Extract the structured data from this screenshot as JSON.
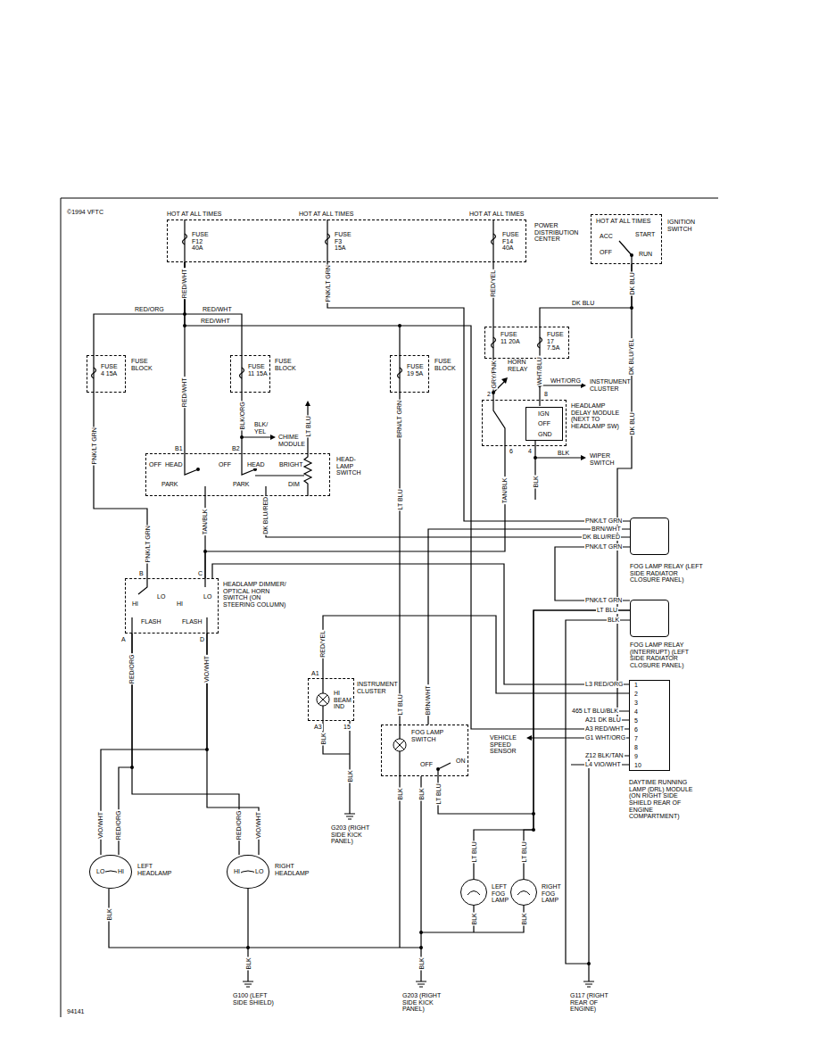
{
  "diagram": {
    "nodes": [
      {
        "text": [
          "HOT AT ALL TIMES",
          "FUSE F12 40A",
          "HOT AT ALL TIMES",
          "FUSE F3 15A",
          "HOT AT ALL TIMES",
          "FUSE F14 40A",
          "POWER DISTRIBUTION CENTER"
        ]
      },
      {
        "text": [
          "HOT AT ALL TIMES",
          "IGNITION SWITCH",
          "ACC",
          "START",
          "OFF",
          "RUN"
        ]
      },
      {
        "text": [
          "FUSE 4 15A",
          "FUSE BLOCK"
        ]
      },
      {
        "text": [
          "FUSE 11 15A",
          "FUSE BLOCK"
        ]
      },
      {
        "text": [
          "FUSE 19 5A",
          "FUSE BLOCK"
        ]
      },
      {
        "text": [
          "FUSE 11 20A",
          "FUSE 17 7.5A"
        ]
      },
      {
        "text": [
          "HEADLAMP DELAY MODULE (NEXT TO HEADLAMP SW)"
        ]
      },
      {
        "text": [
          "IGN",
          "OFF",
          "GND"
        ],
        "in": 6
      },
      {
        "text": [
          "B1",
          "B2",
          "OFF",
          "HEAD",
          "PARK",
          "OFF",
          "HEAD",
          "PARK",
          "BRIGHT",
          "DIM",
          "HEAD- LAMP SWITCH"
        ]
      },
      {
        "text": [
          "FOG LAMP RELAY (LEFT SIDE RADIATOR CLOSURE PANEL)"
        ]
      },
      {
        "text": [
          "B",
          "C",
          "HI",
          "LO",
          "FLASH",
          "HI",
          "LO",
          "FLASH",
          "A",
          "D",
          "HEADLAMP DIMMER/ OPTICAL HORN SWITCH (ON STEERING COLUMN)"
        ]
      },
      {
        "text": [
          "FOG LAMP RELAY (INTERRUPT) (LEFT SIDE RADIATOR CLOSURE PANEL)"
        ]
      },
      {
        "text": [
          "1",
          "2",
          "3",
          "4",
          "5",
          "6",
          "7",
          "8",
          "9",
          "10",
          "DAYTIME RUNNING LAMP (DRL) MODULE (ON RIGHT SIDE SHIELD REAR OF ENGINE COMPARTMENT)"
        ]
      },
      {
        "text": [
          "A1",
          "HI BEAM IND",
          "A3",
          "15",
          "INSTRUMENT CLUSTER"
        ]
      },
      {
        "text": [
          "FOG LAMP SWITCH",
          "OFF",
          "ON"
        ]
      },
      {
        "text": [
          "LO",
          "HI",
          "LEFT HEADLAMP"
        ]
      },
      {
        "text": [
          "HI",
          "LO",
          "RIGHT HEADLAMP"
        ]
      },
      {
        "text": [
          "LEFT FOG LAMP"
        ]
      },
      {
        "text": [
          "RIGHT FOG LAMP"
        ]
      }
    ],
    "edges": [
      {
        "from": 0,
        "to": 2,
        "arrow": "none"
      },
      {
        "from": 0,
        "to": 3,
        "arrow": "none"
      },
      {
        "from": 0,
        "to": 8,
        "arrow": "none"
      },
      {
        "from": 0,
        "to": 12,
        "arrow": "none"
      },
      {
        "from": 0,
        "to": 9,
        "arrow": "none"
      },
      {
        "from": 0,
        "to": 5,
        "arrow": "none"
      },
      {
        "from": 1,
        "to": 5,
        "arrow": "none"
      },
      {
        "from": 1,
        "to": 12,
        "arrow": "none"
      },
      {
        "from": 2,
        "to": 10,
        "arrow": "none"
      },
      {
        "from": 3,
        "to": 8,
        "arrow": "none"
      },
      {
        "from": 4,
        "to": 14,
        "arrow": "none"
      },
      {
        "from": 5,
        "to": 6,
        "arrow": "none"
      },
      {
        "from": 8,
        "to": 10,
        "arrow": "none"
      },
      {
        "from": 6,
        "to": 10,
        "arrow": "none"
      },
      {
        "from": 8,
        "to": 9,
        "arrow": "none"
      },
      {
        "from": 10,
        "to": 15,
        "arrow": "none"
      },
      {
        "from": 10,
        "to": 16,
        "arrow": "none"
      },
      {
        "from": 10,
        "to": 15,
        "arrow": "none"
      },
      {
        "from": 10,
        "to": 16,
        "arrow": "none"
      },
      {
        "from": 10,
        "to": 12,
        "arrow": "none"
      },
      {
        "from": 14,
        "to": 9,
        "arrow": "none"
      },
      {
        "from": 11,
        "to": 17,
        "arrow": "none"
      },
      {
        "from": 11,
        "to": 18,
        "arrow": "none"
      },
      {
        "from": 9,
        "to": 11,
        "arrow": "none"
      },
      {
        "from": 13,
        "to": 12,
        "arrow": "none"
      }
    ],
    "labels": [
      "©1994 VFTC",
      "RED/WHT",
      "PNK/LT GRN",
      "RED/YEL",
      "DK BLU",
      "RED/ORG",
      "RED/WHT",
      "RED/WHT",
      "RED/WHT",
      "DK BLU",
      "DK BLU/YEL",
      "GRY/PNK",
      "WHT/BLU",
      "HORN RELAY",
      "WHT/ORG",
      "INSTRUMENT CLUSTER",
      "PNK/LT GRN",
      "BLK/ORG",
      "BLK/ YEL",
      "CHIME MODULE",
      "LT BLU",
      "BRN/LT GRN",
      "DK BLU",
      "BLK",
      "WIPER SWITCH",
      "2",
      "8",
      "6",
      "4",
      "TAN/BLK",
      "BLK",
      "TAN/BLK",
      "DK BLU/RED",
      "LT BLU",
      "PNK/LT GRN",
      "PNK/LT GRN",
      "BRN/WHT",
      "DK BLU/RED",
      "PNK/LT GRN",
      "PNK/LT GRN",
      "LT BLU",
      "BLK",
      "RED/ORG",
      "VIO/WHT",
      "RED/YEL",
      "L3 RED/ORG",
      "465 LT BLU/BLK",
      "A21 DK BLU",
      "A3 RED/WHT",
      "G1 WHT/ORG",
      "Z12 BLK/TAN",
      "VEHICLE SPEED SENSOR",
      "L4 VIO/WHT",
      "LT BLU",
      "BRN/WHT",
      "BLK",
      "BLK",
      "G203 (RIGHT SIDE KICK PANEL)",
      "BLK",
      "BLK",
      "LT BLU",
      "VIO/WHT",
      "RED/ORG",
      "RED/ORG",
      "VIO/WHT",
      "BLK",
      "LT BLU",
      "LT BLU",
      "BLK",
      "BLK",
      "BLK",
      "G100 (LEFT SIDE SHIELD)",
      "BLK",
      "G203 (RIGHT SIDE KICK PANEL)",
      "G117 (RIGHT REAR OF ENGINE)",
      "94141"
    ]
  }
}
